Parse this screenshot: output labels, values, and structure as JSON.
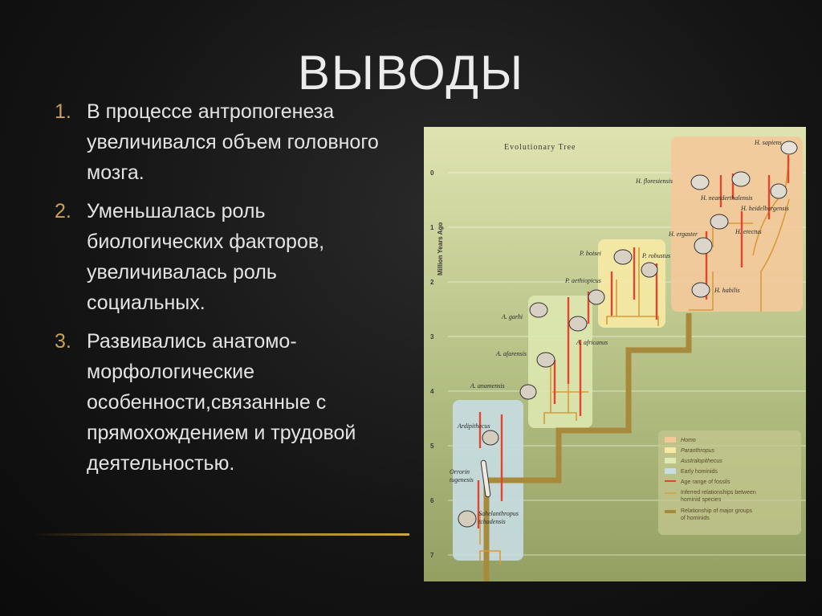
{
  "title": "ВЫВОДЫ",
  "conclusions": [
    {
      "num": "1.",
      "text": "В процессе антропогенеза увеличивался объем головного мозга."
    },
    {
      "num": "2.",
      "text": "Уменьшалась роль биологических факторов, увеличивалась роль социальных."
    },
    {
      "num": "3.",
      "text": "Развивались анатомо-морфологические особенности,связанные с прямохождением и трудовой деятельностью."
    }
  ],
  "figure": {
    "title": "Evolutionary Tree",
    "axis_label": "Million Years Ago",
    "ticks": [
      "0",
      "1",
      "2",
      "3",
      "4",
      "5",
      "6",
      "7"
    ],
    "species": {
      "sapiens": "H. sapiens",
      "floresiensis": "H. floresiensis",
      "neanderthalensis": "H. neanderthalensis",
      "heidelbergensis": "H. heidelbergensis",
      "ergaster": "H. ergaster",
      "erectus": "H. erectus",
      "habilis": "H. habilis",
      "boisei": "P. boisei",
      "robustus": "P. robustus",
      "aethiopicus": "P. aethiopicus",
      "garhi": "A. garhi",
      "africanus": "A. africanus",
      "afarensis": "A. afarensis",
      "anamensis": "A. anamensis",
      "ardipithecus": "Ardipithecus",
      "orrorin1": "Orrorin",
      "orrorin2": "tugenesis",
      "sahel1": "Sahelanthropus",
      "sahel2": "tchadensis"
    },
    "legend": {
      "homo": "Homo",
      "paranthropus": "Paranthropus",
      "australopithecus": "Australopithecus",
      "early": "Early hominids",
      "age": "Age range of fossils",
      "inferred1": "Inferred relationships between",
      "inferred2": "hominid species",
      "groups1": "Relationship of major groups",
      "groups2": "of hominids"
    },
    "colors": {
      "homo": "#f4c99a",
      "paranthropus": "#f6e9a4",
      "australopithecus": "#dfe9b3",
      "early": "#c7dde2",
      "age_line": "#e5452e",
      "inferred": "#d99a3a",
      "major": "#a88a3c"
    }
  }
}
